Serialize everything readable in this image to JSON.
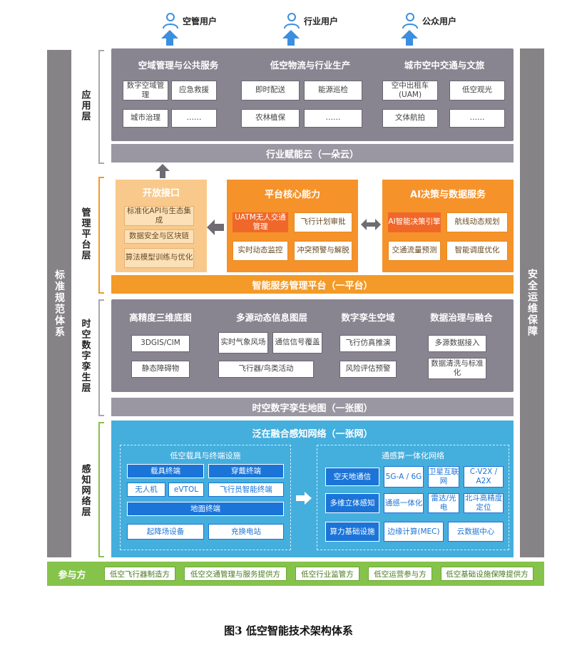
{
  "users": [
    "空管用户",
    "行业用户",
    "公众用户"
  ],
  "left_sidebar": "标准规范体系",
  "right_sidebar": "安全运维保障",
  "layers": {
    "application": "应用层",
    "management": "管理平台层",
    "twin": "时空数字孪生层",
    "perception": "感知网络层"
  },
  "app": {
    "groups": [
      {
        "title": "空域管理与公共服务",
        "items": [
          "数字空域管理",
          "应急救援",
          "城市治理",
          "……"
        ]
      },
      {
        "title": "低空物流与行业生产",
        "items": [
          "即时配送",
          "能源巡检",
          "农林植保",
          "……"
        ]
      },
      {
        "title": "城市空中交通与文旅",
        "items": [
          "空中出租车(UAM)",
          "低空观光",
          "文体航拍",
          "……"
        ]
      }
    ],
    "bar": "行业赋能云（一朵云）"
  },
  "mgmt": {
    "open_api": {
      "title": "开放接口",
      "items": [
        "标准化API与生态集成",
        "数据安全与区块链",
        "算法模型训练与优化"
      ]
    },
    "core": {
      "title": "平台核心能力",
      "items": [
        "UATM无人交通管理",
        "飞行计划审批",
        "实时动态监控",
        "冲突预警与解脱"
      ]
    },
    "ai": {
      "title": "AI决策与数据服务",
      "items": [
        "AI智能决策引擎",
        "航线动态规划",
        "交通流量预测",
        "智能调度优化"
      ]
    },
    "bar": "智能服务管理平台（一平台）"
  },
  "twin": {
    "titles": [
      "高精度三维底图",
      "多源动态信息图层",
      "数字孪生空域",
      "数据治理与融合"
    ],
    "items": [
      "3DGIS/CIM",
      "静态障碍物",
      "实时气象风场",
      "通信信号覆盖",
      "飞行器/鸟类活动",
      "飞行仿真推演",
      "风险评估预警",
      "多源数据接入",
      "数据清洗与标准化"
    ],
    "bar": "时空数字孪生地图（一张图）"
  },
  "perception": {
    "title": "泛在融合感知网络（一张网）",
    "left": {
      "title": "低空载具与终端设施",
      "items": [
        "载具终端",
        "穿戴终端",
        "无人机",
        "eVTOL",
        "飞行员智能终端",
        "地面终端",
        "起降场设备",
        "充换电站"
      ]
    },
    "right": {
      "title": "通感算一体化网络",
      "items": [
        "空天地通信",
        "5G-A / 6G",
        "卫星互联网",
        "C-V2X / A2X",
        "多维立体感知",
        "通感一体化",
        "雷达/光电",
        "北斗高精度定位",
        "算力基础设施",
        "边缘计算(MEC)",
        "云数据中心"
      ]
    }
  },
  "participants": {
    "label": "参与方",
    "items": [
      "低空飞行器制造方",
      "低空交通管理与服务提供方",
      "低空行业监管方",
      "低空运营参与方",
      "低空基础设施保障提供方"
    ]
  },
  "caption": "图3  低空智能技术架构体系",
  "colors": {
    "gray": "#888490",
    "orange": "#f39a28",
    "blue": "#44aedd",
    "green": "#86c34a",
    "deep_blue": "#1b74d8"
  }
}
